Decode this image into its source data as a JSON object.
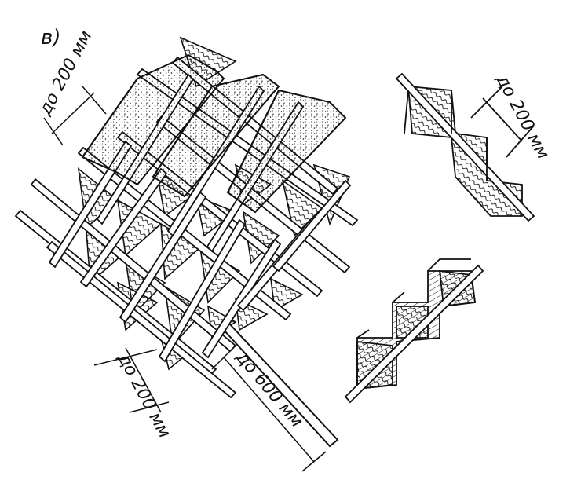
{
  "figure": {
    "panel_letter": "в)",
    "dimensions": {
      "top_spacing": "до 200 мм",
      "right_spacing": "до 200 мм",
      "bottom_spacing": "до 200 мм",
      "length": "до 600 мм"
    }
  },
  "colors": {
    "ink": "#111111",
    "paper": "#ffffff"
  }
}
